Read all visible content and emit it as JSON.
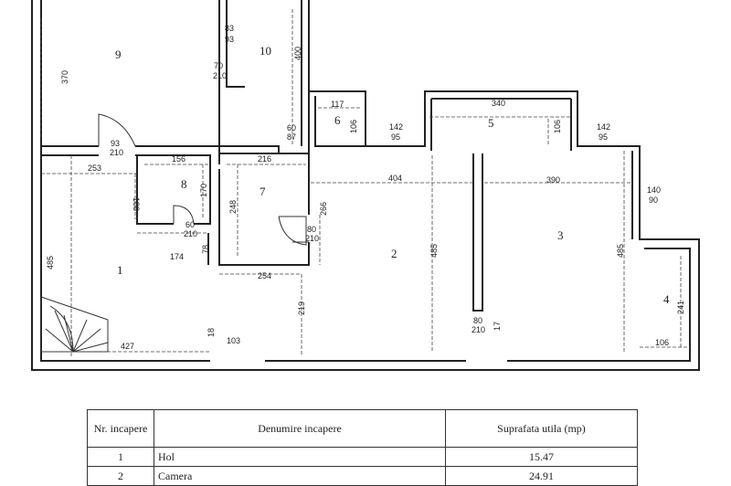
{
  "plan": {
    "rooms": [
      "1",
      "2",
      "3",
      "4",
      "5",
      "6",
      "7",
      "8",
      "9",
      "10"
    ],
    "dims": {
      "d253": "253",
      "d188": "188",
      "d485a": "485",
      "d427": "427",
      "d103": "103",
      "d18": "18",
      "d219": "219",
      "d156": "156",
      "d170": "170",
      "d174": "174",
      "d78": "78",
      "d216": "216",
      "d248": "248",
      "d254": "254",
      "d266": "266",
      "d370": "370",
      "d400": "400",
      "d117": "117",
      "d106a": "106",
      "d404": "404",
      "d485b": "485",
      "d340": "340",
      "d106b": "106",
      "d390": "390",
      "d485c": "485",
      "d241": "241",
      "d106c": "106",
      "d17": "17"
    },
    "openings": {
      "o1a": "93",
      "o1b": "210",
      "o2a": "70",
      "o2b": "210",
      "o3a": "83",
      "o3b": "93",
      "o4a": "60",
      "o4b": "210",
      "o5a": "80",
      "o5b": "210",
      "o6a": "60",
      "o6b": "87",
      "o7a": "142",
      "o7b": "95",
      "o8a": "142",
      "o8b": "95",
      "o9a": "140",
      "o9b": "90",
      "o10a": "80",
      "o10b": "210"
    }
  },
  "table": {
    "headers": [
      "Nr. incapere",
      "Denumire incapere",
      "Suprafata utila (mp)"
    ],
    "rows": [
      {
        "nr": "1",
        "name": "Hol",
        "area": "15.47"
      },
      {
        "nr": "2",
        "name": "Camera",
        "area": "24.91"
      }
    ]
  }
}
